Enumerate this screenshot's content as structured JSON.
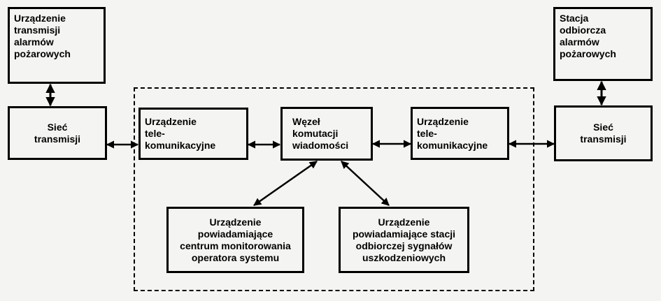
{
  "nodes": {
    "left_alarm_device": [
      "Urządzenie",
      "transmisji",
      "alarmów",
      "pożarowych"
    ],
    "right_receiving_station": [
      "Stacja",
      "odbiorcza",
      "alarmów",
      "pożarowych"
    ],
    "left_network": [
      "Sieć",
      "transmisji"
    ],
    "right_network": [
      "Sieć",
      "transmisji"
    ],
    "left_telecom": [
      "Urządzenie",
      "tele-",
      "komunikacyjne"
    ],
    "right_telecom": [
      "Urządzenie",
      "tele-",
      "komunikacyjne"
    ],
    "switching_node": [
      "Węzeł",
      "komutacji",
      "wiadomości"
    ],
    "operator_notifier": [
      "Urządzenie",
      "powiadamiające",
      "centrum monitorowania",
      "operatora systemu"
    ],
    "fault_notifier": [
      "Urządzenie",
      "powiadamiające stacji",
      "odbiorczej sygnałów",
      "uszkodzeniowych"
    ]
  },
  "connections": [
    {
      "from": "left_alarm_device",
      "to": "left_network",
      "type": "bidirectional"
    },
    {
      "from": "right_receiving_station",
      "to": "right_network",
      "type": "bidirectional"
    },
    {
      "from": "left_network",
      "to": "left_telecom",
      "type": "bidirectional"
    },
    {
      "from": "left_telecom",
      "to": "switching_node",
      "type": "bidirectional"
    },
    {
      "from": "switching_node",
      "to": "right_telecom",
      "type": "bidirectional"
    },
    {
      "from": "right_telecom",
      "to": "right_network",
      "type": "bidirectional"
    },
    {
      "from": "switching_node",
      "to": "operator_notifier",
      "type": "bidirectional"
    },
    {
      "from": "switching_node",
      "to": "fault_notifier",
      "type": "bidirectional"
    }
  ],
  "colors": {
    "stroke": "#000000",
    "background": "#f4f4f2"
  }
}
